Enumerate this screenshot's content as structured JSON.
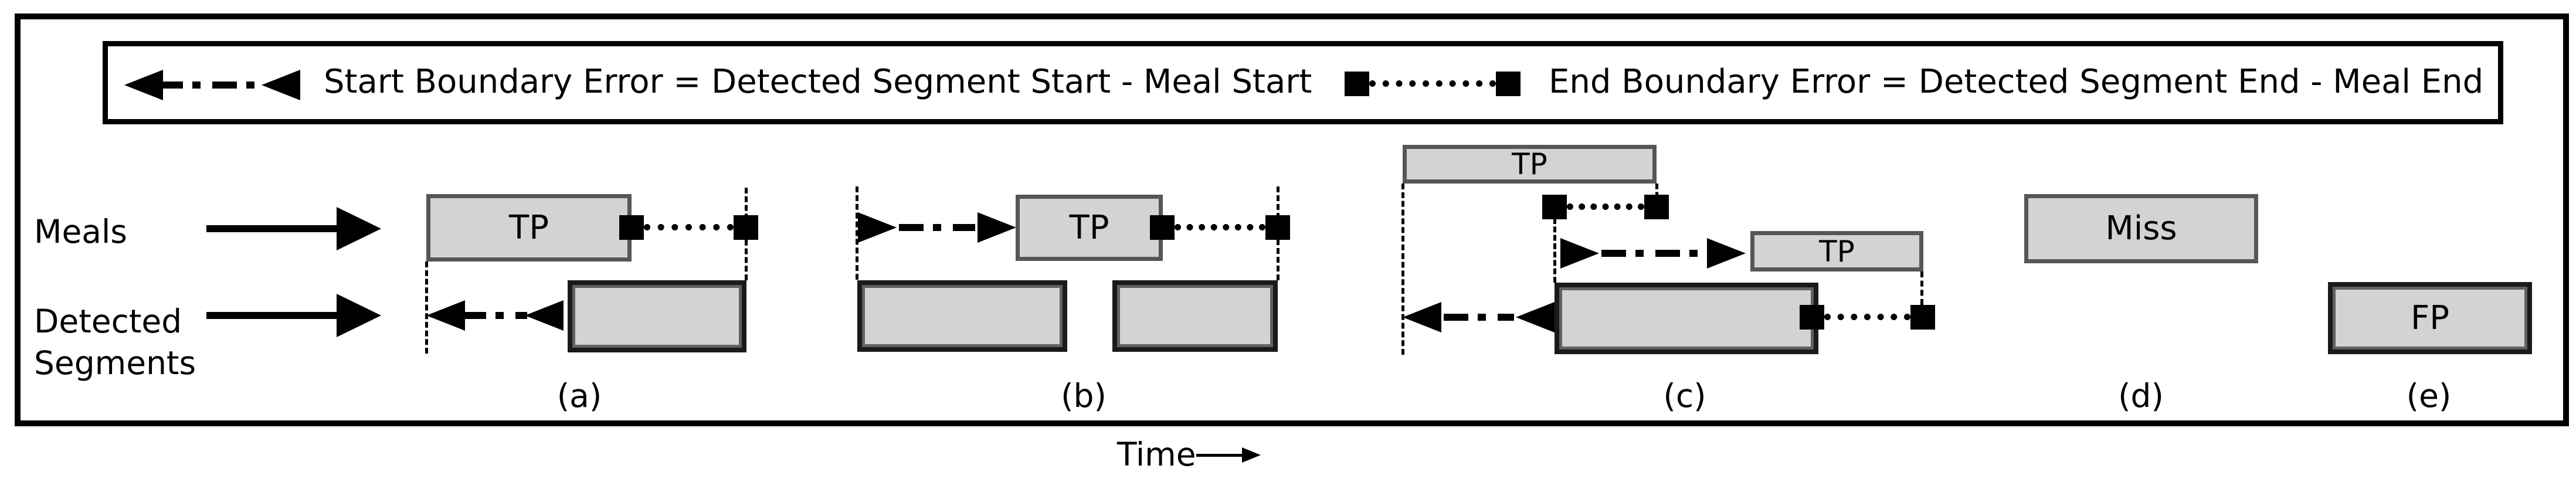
{
  "legend": {
    "start_label": "Start Boundary Error = Detected Segment Start - Meal Start",
    "end_label": "End Boundary Error = Detected Segment End - Meal End"
  },
  "rows": {
    "meals_label": "Meals",
    "detected_line1": "Detected",
    "detected_line2": "Segments"
  },
  "boxes": {
    "tp": "TP",
    "miss": "Miss",
    "fp": "FP"
  },
  "scenarios": {
    "a": "(a)",
    "b": "(b)",
    "c": "(c)",
    "d": "(d)",
    "e": "(e)"
  },
  "time": {
    "label": "Time"
  },
  "colors": {
    "box_fill": "#d3d3d3",
    "meal_box_border": "#565656",
    "detected_box_border": "#1a1a1a",
    "ink": "#000000"
  }
}
